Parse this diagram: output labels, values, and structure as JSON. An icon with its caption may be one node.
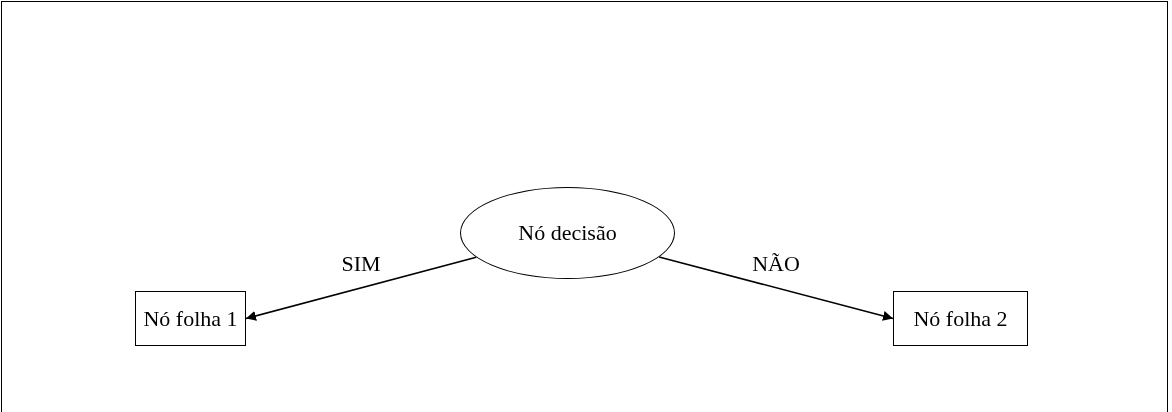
{
  "diagram": {
    "nodes": [
      {
        "text": [
          "Nó decisão"
        ]
      },
      {
        "text": [
          "Nó folha 1"
        ]
      },
      {
        "text": [
          "Nó folha 2"
        ]
      }
    ],
    "edges": [
      {
        "from": 0,
        "to": 1,
        "arrow": "to",
        "label": "SIM"
      },
      {
        "from": 0,
        "to": 2,
        "arrow": "to",
        "label": "NÃO"
      }
    ]
  }
}
